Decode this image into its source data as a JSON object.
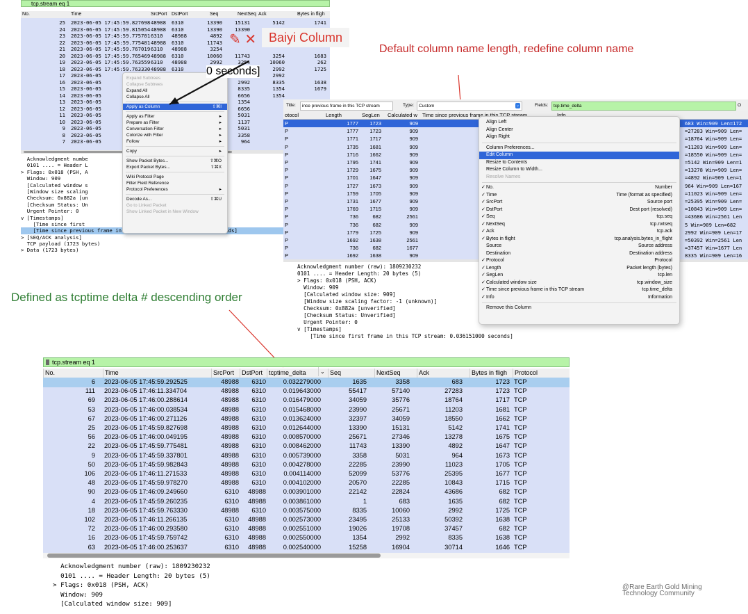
{
  "panel1": {
    "filter": "tcp.stream eq 1",
    "columns": [
      "No.",
      "Time",
      "SrcPort",
      "DstPort",
      "Seq",
      "NextSeq",
      "Ack",
      "Bytes in fligh"
    ],
    "rows": [
      [
        "25",
        "2023-06-05 17:45:59.827698",
        "48988",
        "6310",
        "13390",
        "15131",
        "5142",
        "1741"
      ],
      [
        "24",
        "2023-06-05 17:45:59.815054",
        "48988",
        "6310",
        "13390",
        "13390",
        "",
        ""
      ],
      [
        "23",
        "2023-06-05 17:45:59.775701",
        "6310",
        "48988",
        "4892",
        "",
        "",
        ""
      ],
      [
        "22",
        "2023-06-05 17:45:59.775481",
        "48988",
        "6310",
        "11743",
        "",
        "",
        ""
      ],
      [
        "21",
        "2023-06-05 17:45:59.767019",
        "6310",
        "48988",
        "3254",
        "",
        "",
        ""
      ],
      [
        "20",
        "2023-06-05 17:45:59.765469",
        "48988",
        "6310",
        "10060",
        "11743",
        "3254",
        "1683"
      ],
      [
        "19",
        "2023-06-05 17:45:59.763559",
        "6310",
        "48988",
        "2992",
        "3254",
        "10060",
        "262"
      ],
      [
        "18",
        "2023-06-05 17:45:59.763330",
        "48988",
        "6310",
        "8335",
        "10060",
        "2992",
        "1725"
      ],
      [
        "17",
        "2023-06-05",
        "",
        "",
        "8335",
        "8335",
        "2992",
        ""
      ],
      [
        "16",
        "2023-06-05",
        "",
        "",
        "1354",
        "2992",
        "8335",
        "1638"
      ],
      [
        "15",
        "2023-06-05",
        "",
        "",
        "6656",
        "8335",
        "1354",
        "1679"
      ],
      [
        "14",
        "2023-06-05",
        "",
        "",
        "6656",
        "6656",
        "1354",
        ""
      ],
      [
        "13",
        "2023-06-05",
        "",
        "",
        "1137",
        "1354",
        "",
        ""
      ],
      [
        "12",
        "2023-06-05",
        "",
        "",
        "5031",
        "6656",
        "",
        ""
      ],
      [
        "11",
        "2023-06-05",
        "",
        "",
        "5031",
        "5031",
        "",
        ""
      ],
      [
        "10",
        "2023-06-05",
        "",
        "",
        "964",
        "1137",
        "",
        ""
      ],
      [
        "9",
        "2023-06-05",
        "",
        "",
        "3358",
        "5031",
        "",
        ""
      ],
      [
        "8",
        "2023-06-05",
        "",
        "",
        "3358",
        "3358",
        "",
        ""
      ],
      [
        "7",
        "2023-06-05",
        "",
        "",
        "683",
        "964",
        "",
        ""
      ]
    ],
    "details": [
      "  Acknowledgment numbe",
      "  0101 .... = Header L",
      "> Flags: 0x018 (PSH, A",
      "  Window: 909",
      "  [Calculated window s",
      "  [Window size scaling",
      "  Checksum: 0x882a [un",
      "  [Checksum Status: Un",
      "  Urgent Pointer: 0",
      "v [Timestamps]",
      "    [Time since first ",
      "    [Time since previous frame in this TCP stream: 0.032279000 seconds]",
      "> [SEQ/ACK analysis]",
      "  TCP payload (1723 bytes)",
      "> Data (1723 bytes)"
    ],
    "details_tail": "0 seconds]",
    "menu": [
      {
        "label": "Expand Subtrees",
        "disabled": true
      },
      {
        "label": "Collapse Subtrees",
        "disabled": true
      },
      {
        "label": "Expand All"
      },
      {
        "label": "Collapse All"
      },
      {
        "sep": true
      },
      {
        "label": "Apply as Column",
        "key": "⇧⌘I",
        "highlight": true
      },
      {
        "sep": true
      },
      {
        "label": "Apply as Filter",
        "sub": true
      },
      {
        "label": "Prepare as Filter",
        "sub": true
      },
      {
        "label": "Conversation Filter",
        "sub": true
      },
      {
        "label": "Colorize with Filter",
        "sub": true
      },
      {
        "label": "Follow",
        "sub": true
      },
      {
        "sep": true
      },
      {
        "label": "Copy",
        "sub": true
      },
      {
        "sep": true
      },
      {
        "label": "Show Packet Bytes...",
        "key": "⇧⌘O"
      },
      {
        "label": "Export Packet Bytes...",
        "key": "⇧⌘X"
      },
      {
        "sep": true
      },
      {
        "label": "Wiki Protocol Page"
      },
      {
        "label": "Filter Field Reference"
      },
      {
        "label": "Protocol Preferences",
        "sub": true
      },
      {
        "sep": true
      },
      {
        "label": "Decode As...",
        "key": "⇧⌘U"
      },
      {
        "label": "Go to Linked Packet",
        "disabled": true
      },
      {
        "label": "Show Linked Packet in New Window",
        "disabled": true
      }
    ]
  },
  "annotations": {
    "baiyi": "Baiyi Column",
    "default_col": "Default column name length, redefine column name",
    "defined": "Defined as tcptime delta # descending order",
    "watermark_line1": "@Rare Earth Gold Mining",
    "watermark_line2": "Technology Community"
  },
  "panel2": {
    "title_label": "Title:",
    "title_value": "ince previous frame in this TCP stream",
    "type_label": "Type:",
    "type_value": "Custom",
    "fields_label": "Fields:",
    "fields_value": "tcp.time_delta",
    "trailing_label": "O",
    "columns": [
      "otocol",
      "Length",
      "SegLen",
      "Calculated w",
      "Time since previous frame in this TCP stream",
      "Info"
    ],
    "rows": [
      [
        "P",
        "1777",
        "1723",
        "909",
        "683 Win=909 Len=172"
      ],
      [
        "P",
        "1777",
        "1723",
        "909",
        "=27283 Win=909 Len="
      ],
      [
        "P",
        "1771",
        "1717",
        "909",
        "=18764 Win=909 Len="
      ],
      [
        "P",
        "1735",
        "1681",
        "909",
        "=11203 Win=909 Len="
      ],
      [
        "P",
        "1716",
        "1662",
        "909",
        "=18550 Win=909 Len="
      ],
      [
        "P",
        "1795",
        "1741",
        "909",
        "=5142 Win=909 Len=1"
      ],
      [
        "P",
        "1729",
        "1675",
        "909",
        "=13278 Win=909 Len="
      ],
      [
        "P",
        "1701",
        "1647",
        "909",
        "=4892 Win=909 Len=1"
      ],
      [
        "P",
        "1727",
        "1673",
        "909",
        "964 Win=909 Len=167"
      ],
      [
        "P",
        "1759",
        "1705",
        "909",
        "=11023 Win=909 Len="
      ],
      [
        "P",
        "1731",
        "1677",
        "909",
        "=25395 Win=909 Len="
      ],
      [
        "P",
        "1769",
        "1715",
        "909",
        "=10843 Win=909 Len="
      ],
      [
        "P",
        "736",
        "682",
        "2561",
        "=43686 Win=2561 Len"
      ],
      [
        "P",
        "736",
        "682",
        "909",
        "5 Win=909 Len=682"
      ],
      [
        "P",
        "1779",
        "1725",
        "909",
        "2992 Win=909 Len=17"
      ],
      [
        "P",
        "1692",
        "1638",
        "2561",
        "=50392 Win=2561 Len"
      ],
      [
        "P",
        "736",
        "682",
        "1677",
        "=37457 Win=1677 Len"
      ],
      [
        "P",
        "1692",
        "1638",
        "909",
        "8335 Win=909 Len=16"
      ]
    ],
    "details": [
      "Acknowledgment number (raw): 1809230232",
      "0101 .... = Header Length: 20 bytes (5)",
      "> Flags: 0x018 (PSH, ACK)",
      "  Window: 909",
      "  [Calculated window size: 909]",
      "  [Window size scaling factor: -1 (unknown)]",
      "  Checksum: 0x882a [unverified]",
      "  [Checksum Status: Unverified]",
      "  Urgent Pointer: 0",
      "v [Timestamps]",
      "    [Time since first frame in this TCP stream: 0.036151000 seconds]"
    ],
    "menu": [
      {
        "label": "Align Left"
      },
      {
        "label": "Align Center"
      },
      {
        "label": "Align Right"
      },
      {
        "sep": true
      },
      {
        "label": "Column Preferences..."
      },
      {
        "label": "Edit Column",
        "highlight": true
      },
      {
        "label": "Resize to Contents"
      },
      {
        "label": "Resize Column to Width..."
      },
      {
        "label": "Resolve Names",
        "disabled": true
      },
      {
        "sep": true
      },
      {
        "label": "No.",
        "field": "Number",
        "check": true
      },
      {
        "label": "Time",
        "field": "Time (format as specified)",
        "check": true
      },
      {
        "label": "SrcPort",
        "field": "Source port",
        "check": true
      },
      {
        "label": "DstPort",
        "field": "Dest port (resolved)",
        "check": true
      },
      {
        "label": "Seq",
        "field": "tcp.seq",
        "check": true
      },
      {
        "label": "NextSeq",
        "field": "tcp.nxtseq",
        "check": true
      },
      {
        "label": "Ack",
        "field": "tcp.ack",
        "check": true
      },
      {
        "label": "Bytes in flight",
        "field": "tcp.analysis.bytes_in_flight",
        "check": true
      },
      {
        "label": "Source",
        "field": "Source address"
      },
      {
        "label": "Destination",
        "field": "Destination address"
      },
      {
        "label": "Protocol",
        "field": "Protocol",
        "check": true
      },
      {
        "label": "Length",
        "field": "Packet length (bytes)",
        "check": true
      },
      {
        "label": "SegLen",
        "field": "tcp.len",
        "check": true
      },
      {
        "label": "Calculated window size",
        "field": "tcp.window_size",
        "check": true
      },
      {
        "label": "Time since previous frame in this TCP stream",
        "field": "tcp.time_delta",
        "check": true
      },
      {
        "label": "Info",
        "field": "Information",
        "check": true
      },
      {
        "sep": true
      },
      {
        "label": "Remove this Column"
      }
    ]
  },
  "panel3": {
    "filter": "tcp.stream eq 1",
    "columns": [
      "No.",
      "Time",
      "SrcPort",
      "DstPort",
      "tcptime_delta",
      "Seq",
      "NextSeq",
      "Ack",
      "Bytes in fligh",
      "Protocol"
    ],
    "rows": [
      [
        "6",
        "2023-06-05 17:45:59.292525",
        "48988",
        "6310",
        "0.032279000",
        "1635",
        "3358",
        "683",
        "1723",
        "TCP"
      ],
      [
        "111",
        "2023-06-05 17:46:11.334704",
        "48988",
        "6310",
        "0.019643000",
        "55417",
        "57140",
        "27283",
        "1723",
        "TCP"
      ],
      [
        "69",
        "2023-06-05 17:46:00.288614",
        "48988",
        "6310",
        "0.016479000",
        "34059",
        "35776",
        "18764",
        "1717",
        "TCP"
      ],
      [
        "53",
        "2023-06-05 17:46:00.038534",
        "48988",
        "6310",
        "0.015468000",
        "23990",
        "25671",
        "11203",
        "1681",
        "TCP"
      ],
      [
        "67",
        "2023-06-05 17:46:00.271126",
        "48988",
        "6310",
        "0.013624000",
        "32397",
        "34059",
        "18550",
        "1662",
        "TCP"
      ],
      [
        "25",
        "2023-06-05 17:45:59.827698",
        "48988",
        "6310",
        "0.012644000",
        "13390",
        "15131",
        "5142",
        "1741",
        "TCP"
      ],
      [
        "56",
        "2023-06-05 17:46:00.049195",
        "48988",
        "6310",
        "0.008570000",
        "25671",
        "27346",
        "13278",
        "1675",
        "TCP"
      ],
      [
        "22",
        "2023-06-05 17:45:59.775481",
        "48988",
        "6310",
        "0.008462000",
        "11743",
        "13390",
        "4892",
        "1647",
        "TCP"
      ],
      [
        "9",
        "2023-06-05 17:45:59.337801",
        "48988",
        "6310",
        "0.005739000",
        "3358",
        "5031",
        "964",
        "1673",
        "TCP"
      ],
      [
        "50",
        "2023-06-05 17:45:59.982843",
        "48988",
        "6310",
        "0.004278000",
        "22285",
        "23990",
        "11023",
        "1705",
        "TCP"
      ],
      [
        "106",
        "2023-06-05 17:46:11.271533",
        "48988",
        "6310",
        "0.004114000",
        "52099",
        "53776",
        "25395",
        "1677",
        "TCP"
      ],
      [
        "48",
        "2023-06-05 17:45:59.978270",
        "48988",
        "6310",
        "0.004102000",
        "20570",
        "22285",
        "10843",
        "1715",
        "TCP"
      ],
      [
        "90",
        "2023-06-05 17:46:09.249660",
        "6310",
        "48988",
        "0.003901000",
        "22142",
        "22824",
        "43686",
        "682",
        "TCP"
      ],
      [
        "4",
        "2023-06-05 17:45:59.260235",
        "6310",
        "48988",
        "0.003861000",
        "1",
        "683",
        "1635",
        "682",
        "TCP"
      ],
      [
        "18",
        "2023-06-05 17:45:59.763330",
        "48988",
        "6310",
        "0.003575000",
        "8335",
        "10060",
        "2992",
        "1725",
        "TCP"
      ],
      [
        "102",
        "2023-06-05 17:46:11.266135",
        "6310",
        "48988",
        "0.002573000",
        "23495",
        "25133",
        "50392",
        "1638",
        "TCP"
      ],
      [
        "72",
        "2023-06-05 17:46:00.293580",
        "6310",
        "48988",
        "0.002551000",
        "19026",
        "19708",
        "37457",
        "682",
        "TCP"
      ],
      [
        "16",
        "2023-06-05 17:45:59.759742",
        "6310",
        "48988",
        "0.002550000",
        "1354",
        "2992",
        "8335",
        "1638",
        "TCP"
      ],
      [
        "63",
        "2023-06-05 17:46:00.253637",
        "6310",
        "48988",
        "0.002540000",
        "15258",
        "16904",
        "30714",
        "1646",
        "TCP"
      ]
    ],
    "details": [
      "  Acknowledgment number (raw): 1809230232",
      "  0101 .... = Header Length: 20 bytes (5)",
      "> Flags: 0x018 (PSH, ACK)",
      "  Window: 909",
      "  [Calculated window size: 909]"
    ]
  },
  "colors": {
    "accent_red": "#d9352c",
    "annotation_green": "#2e7d32",
    "selected_row": "#a9ceef",
    "row_bg": "#d9e0f7",
    "filter_green": "#b7f3a8",
    "menu_highlight": "#2f65d8"
  }
}
